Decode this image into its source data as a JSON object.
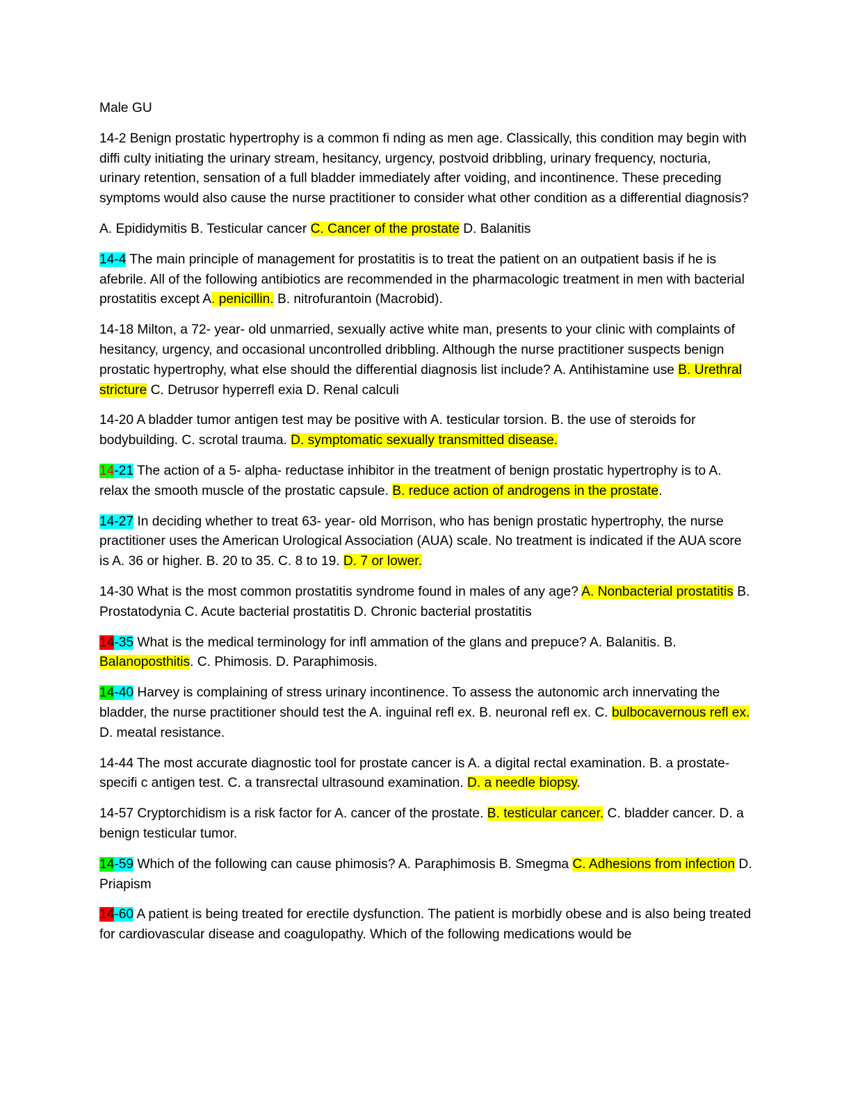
{
  "colors": {
    "answer_highlight": "#ffff00",
    "cyan": "#00ffff",
    "green": "#00ff00",
    "red": "#ff0000"
  },
  "document": {
    "title": "Male GU",
    "paragraphs": [
      [
        {
          "t": "14-2 Benign prostatic hypertrophy is a common fi nding as men age. Classically, this condition may begin with diffi culty initiating the urinary stream, hesitancy, urgency, postvoid dribbling, urinary frequency, nocturia, urinary retention, sensation of a full bladder immediately after voiding, and incontinence. These preceding symptoms would also cause the nurse practitioner to consider what other condition as a differential diagnosis?"
        }
      ],
      [
        {
          "t": "A. Epididymitis B. Testicular cancer "
        },
        {
          "t": "C. Cancer of the prostate",
          "h": "yellow"
        },
        {
          "t": " D. Balanitis"
        }
      ],
      [
        {
          "t": "14-4",
          "h": "cyan"
        },
        {
          "t": " The main principle of management for prostatitis is to treat the patient on an outpatient basis if he is afebrile. All of the following antibiotics are recommended in the pharmacologic treatment in men with bacterial prostatitis except A"
        },
        {
          "t": ". penicillin.",
          "h": "yellow"
        },
        {
          "t": " B. nitrofurantoin (Macrobid)."
        }
      ],
      [
        {
          "t": "14-18 Milton, a 72- year- old unmarried, sexually active white man, presents to your clinic with complaints of hesitancy, urgency, and occasional uncontrolled dribbling. Although the nurse practitioner suspects benign prostatic hypertrophy, what else should the differential diagnosis list include? A. Antihistamine use "
        },
        {
          "t": "B. Urethral stricture",
          "h": "yellow"
        },
        {
          "t": " C. Detrusor hyperrefl exia D. Renal calculi"
        }
      ],
      [
        {
          "t": "14-20 A bladder tumor antigen test may be positive with A. testicular torsion. B. the use of steroids for bodybuilding. C. scrotal trauma. "
        },
        {
          "t": "D. symptomatic sexually transmitted disease.",
          "h": "yellow"
        }
      ],
      [
        {
          "t": "14",
          "h": "green",
          "c": "red"
        },
        {
          "t": "-21",
          "h": "cyan"
        },
        {
          "t": " The action of a 5- alpha- reductase inhibitor in the treatment of benign prostatic hypertrophy is to A. relax the smooth muscle of the prostatic capsule. "
        },
        {
          "t": "B. reduce action of androgens in the prostate",
          "h": "yellow"
        },
        {
          "t": "."
        }
      ],
      [
        {
          "t": "14-27",
          "h": "cyan"
        },
        {
          "t": " In deciding whether to treat 63- year- old Morrison, who has benign prostatic hypertrophy, the nurse practitioner uses the American Urological Association (AUA) scale. No treatment is indicated if the AUA score is A. 36 or higher. B. 20 to 35. C. 8 to 19. "
        },
        {
          "t": "D. 7 or lower.",
          "h": "yellow"
        }
      ],
      [
        {
          "t": "14-30 What is the most common prostatitis syndrome found in males of any age? "
        },
        {
          "t": "A. Nonbacterial prostatitis",
          "h": "yellow"
        },
        {
          "t": " B. Prostatodynia C. Acute bacterial prostatitis D. Chronic bacterial prostatitis"
        }
      ],
      [
        {
          "t": "14",
          "h": "red"
        },
        {
          "t": "-35",
          "h": "cyan"
        },
        {
          "t": " What is the medical terminology for infl ammation of the glans and prepuce? A. Balanitis. B. "
        },
        {
          "t": "Balanoposthitis",
          "h": "yellow"
        },
        {
          "t": ". C. Phimosis. D. Paraphimosis."
        }
      ],
      [
        {
          "t": "14",
          "h": "green"
        },
        {
          "t": "-40",
          "h": "cyan"
        },
        {
          "t": " Harvey is complaining of stress urinary incontinence. To assess the autonomic arch innervating the bladder, the nurse practitioner should test the A. inguinal refl ex. B. neuronal refl ex. C. "
        },
        {
          "t": "bulbocavernous refl ex.",
          "h": "yellow"
        },
        {
          "t": " D. meatal resistance."
        }
      ],
      [
        {
          "t": "14-44 The most accurate diagnostic tool for prostate cancer is A. a digital rectal examination. B. a prostate- specifi c antigen test. C. a transrectal ultrasound examination. "
        },
        {
          "t": "D. a needle biopsy",
          "h": "yellow"
        },
        {
          "t": "."
        }
      ],
      [
        {
          "t": "14-57 Cryptorchidism is a risk factor for A. cancer of the prostate. "
        },
        {
          "t": "B. testicular cancer.",
          "h": "yellow"
        },
        {
          "t": " C. bladder cancer. D. a benign testicular tumor."
        }
      ],
      [
        {
          "t": "14",
          "h": "green"
        },
        {
          "t": "-59",
          "h": "cyan"
        },
        {
          "t": " Which of the following can cause phimosis? A. Paraphimosis B. Smegma "
        },
        {
          "t": "C. Adhesions from infection",
          "h": "yellow"
        },
        {
          "t": " D. Priapism"
        }
      ],
      [
        {
          "t": "14",
          "h": "red"
        },
        {
          "t": "-60",
          "h": "cyan"
        },
        {
          "t": " A patient is being treated for erectile dysfunction. The patient is morbidly obese and is also being treated for cardiovascular disease and coagulopathy. Which of the following medications would be"
        }
      ]
    ]
  }
}
